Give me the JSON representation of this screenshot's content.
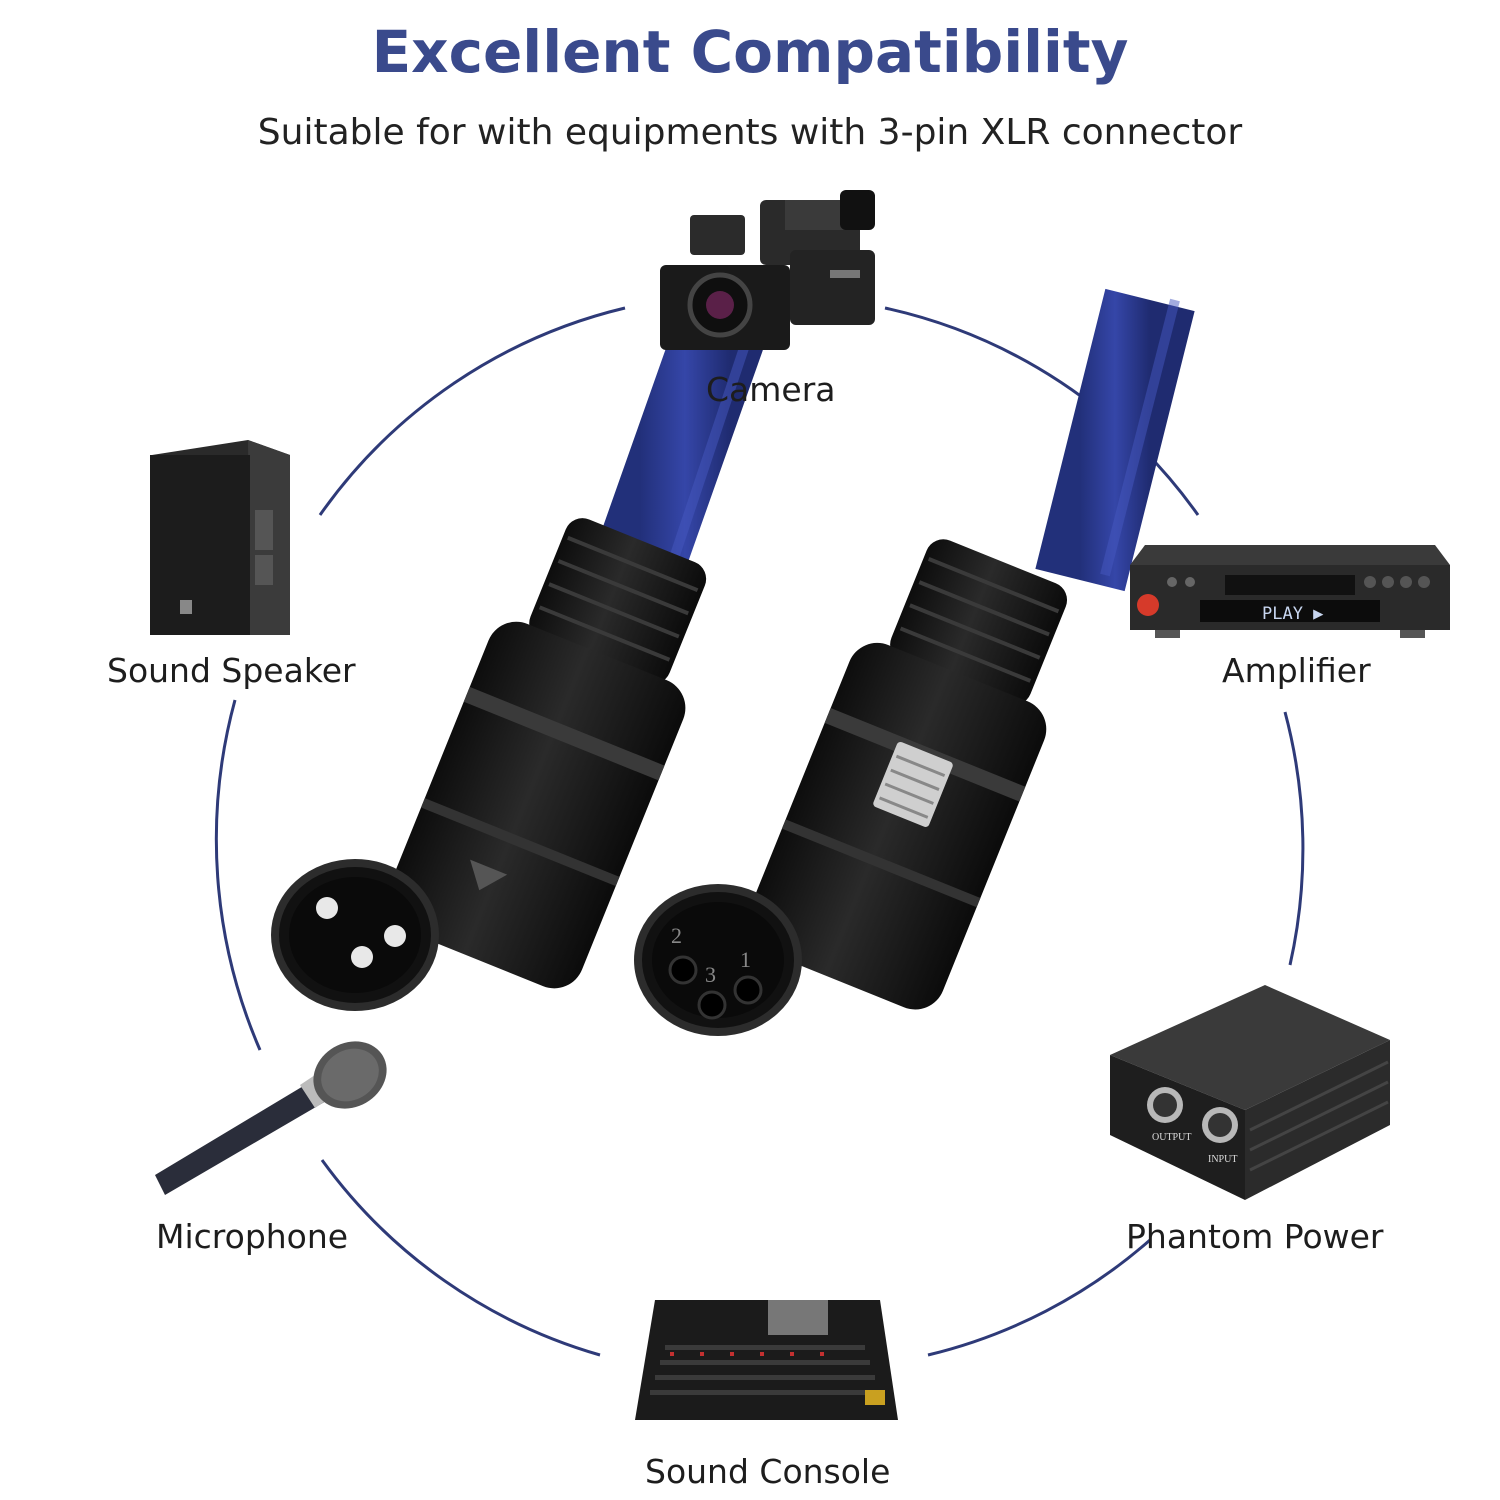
{
  "header": {
    "title": "Excellent Compatibility",
    "subtitle": "Suitable for with equipments with 3-pin XLR connector"
  },
  "devices": {
    "camera": "Camera",
    "speaker": "Sound Speaker",
    "amplifier": "Amplifier",
    "microphone": "Microphone",
    "phantom": "Phantom Power",
    "console": "Sound Console"
  },
  "device_texts": {
    "amplifier_display": "PLAY ▶",
    "phantom_output": "OUTPUT",
    "phantom_input": "INPUT"
  },
  "connector_pins": [
    "2",
    "3",
    "1"
  ],
  "colors": {
    "accent": "#3a4a8c",
    "ring": "#2e3a78",
    "cable": "#2f3f9a",
    "connector": "#1a1a1a"
  }
}
